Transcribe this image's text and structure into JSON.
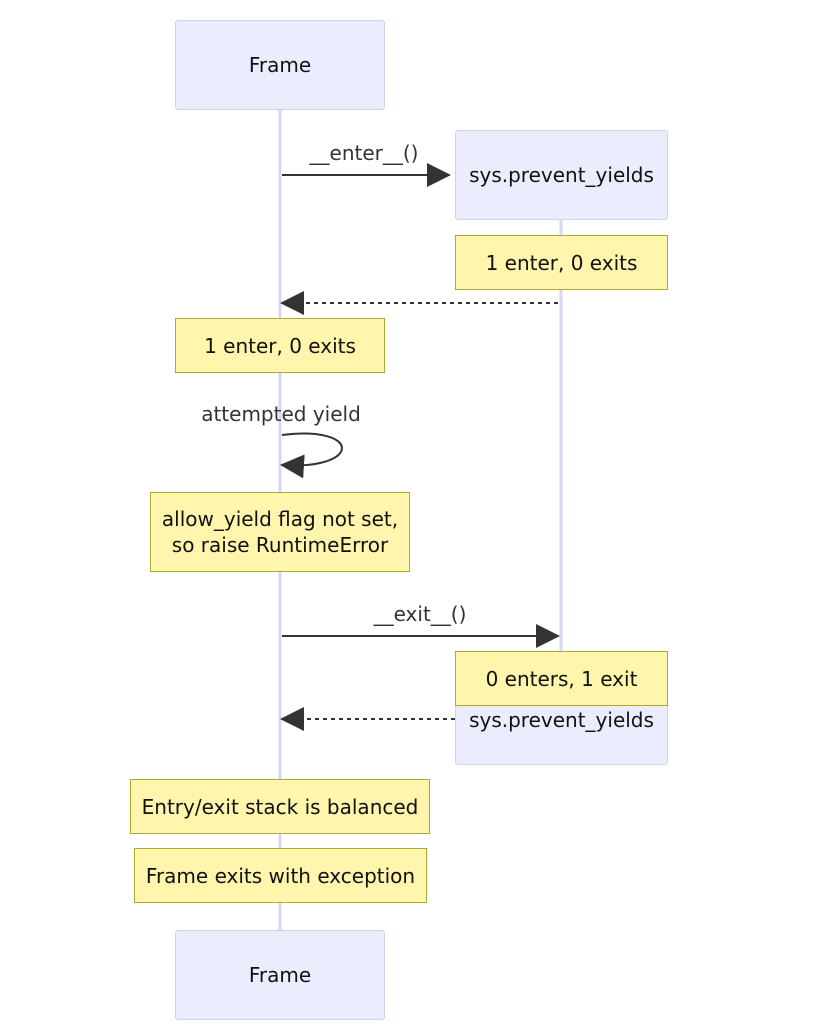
{
  "participants": {
    "frame_top": "Frame",
    "frame_bottom": "Frame",
    "prevent_yields_top": "sys.prevent_yields",
    "prevent_yields_bottom": "sys.prevent_yields"
  },
  "messages": {
    "enter": "__enter__()",
    "self_yield": "attempted yield",
    "exit": "__exit__()"
  },
  "notes": {
    "prevent_after_enter": "1 enter, 0 exits",
    "frame_after_enter": "1 enter, 0 exits",
    "raise_line1": "allow_yield flag not set,",
    "raise_line2": "so raise RuntimeError",
    "prevent_after_exit": "0 enters, 1 exit",
    "balanced": "Entry/exit stack is balanced",
    "frame_exits": "Frame exits with exception"
  },
  "colors": {
    "actor_fill": "#ECECFF",
    "actor_border": "#D3D0F2",
    "note_fill": "#FFF5AD",
    "note_border": "#AAAA33",
    "lifeline": "#DAD5F2",
    "arrow": "#333333"
  }
}
